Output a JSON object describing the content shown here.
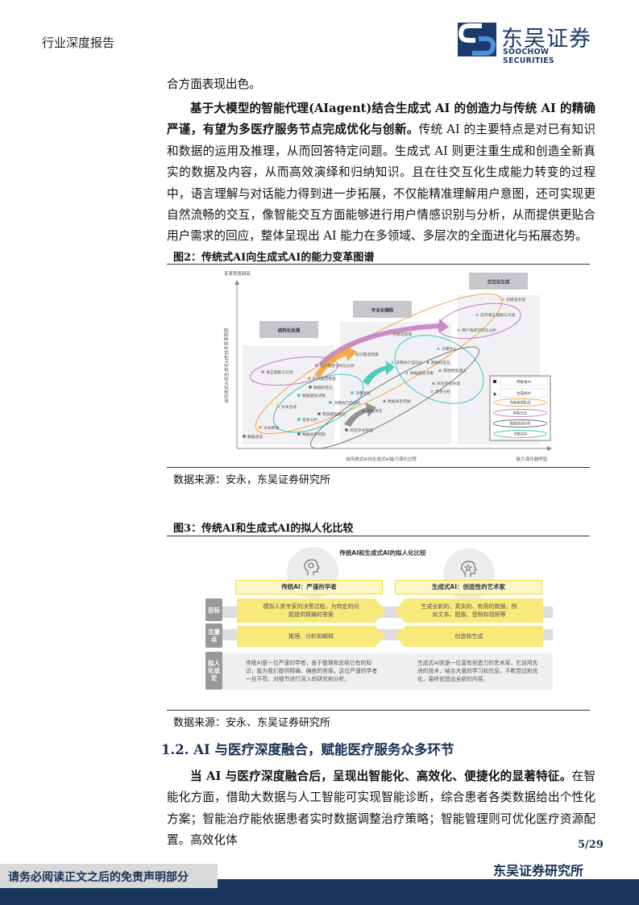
{
  "header": {
    "title": "行业深度报告",
    "logo_cn": "东吴证券",
    "logo_en": "SOOCHOW SECURITIES",
    "brand_color": "#1d3a6b"
  },
  "paragraphs": {
    "p0": "合方面表现出色。",
    "p1_bold": "基于大模型的智能代理(AIagent)结合生成式 AI 的创造力与传统 AI 的精确严谨，有望为多医疗服务节点完成优化与创新。",
    "p1_rest": "传统 AI 的主要特点是对已有知识和数据的运用及推理，从而回答特定问题。生成式 AI 则更注重生成和创造全新真实的数据及内容，从而高效演绎和归纳知识。且在往交互化生成能力转变的过程中，语言理解与对话能力得到进一步拓展，不仅能精准理解用户意图，还可实现更自然流畅的交互，像智能交互方面能够进行用户情感识别与分析，从而提供更贴合用户需求的回应，整体呈现出 AI 能力在多领域、多层次的全面进化与拓展态势。",
    "p2_bold": "当 AI 与医疗深度融合后，呈现出智能化、高效化、便捷化的显著特征。",
    "p2_rest": "在智能化方面，借助大数据与人工智能可实现智能诊断，综合患者各类数据给出个性化方案；智能治疗能依据患者实时数据调整治疗策略；智能管理则可优化医疗资源配置。高效化体"
  },
  "figure2": {
    "caption": "图2：传统式AI向生成式AI的能力变革图谱",
    "source": "数据来源：安永，东吴证券研究所",
    "y_top_label": "变革程度越高",
    "y_axis_label": "由传统式AI到生成式AI的技术变革程度",
    "x_axis_label": "由传统式AI向生成式AI能力演化过程",
    "x_right_label": "能力演化越明显",
    "stages": [
      "结构化处理",
      "专业化辅助",
      "交互化生成"
    ],
    "legend": {
      "traditional": "传统式AI",
      "generative": "生成式AI",
      "groups": [
        "内容梳理生成",
        "智能交互",
        "数据预测分析",
        "决策支持"
      ]
    },
    "group_colors": {
      "content": "#f5a23a",
      "interaction": "#c27bbf",
      "prediction": "#666666",
      "decision": "#3cc7b5"
    },
    "points": [
      {
        "label": "语言理解与对话",
        "kind": "traditional",
        "group": "interaction"
      },
      {
        "label": "用户情感识别与分析",
        "kind": "traditional",
        "group": "interaction"
      },
      {
        "label": "知识图谱构建",
        "kind": "traditional",
        "group": "content"
      },
      {
        "label": "数据标签化",
        "kind": "traditional",
        "group": "prediction"
      },
      {
        "label": "数据驱动决策",
        "kind": "traditional",
        "group": "decision"
      },
      {
        "label": "决策优化",
        "kind": "traditional",
        "group": "decision"
      },
      {
        "label": "决策执行自动化",
        "kind": "traditional",
        "group": "decision"
      },
      {
        "label": "文本合成",
        "kind": "traditional",
        "group": "content"
      },
      {
        "label": "预测模型建立",
        "kind": "traditional",
        "group": "prediction"
      },
      {
        "label": "竞争分析",
        "kind": "traditional",
        "group": "decision"
      },
      {
        "label": "文本梳理",
        "kind": "traditional",
        "group": "content"
      },
      {
        "label": "数据关系挖掘",
        "kind": "traditional",
        "group": "prediction"
      },
      {
        "label": "数据清洗",
        "kind": "traditional",
        "group": "prediction"
      },
      {
        "label": "风险评估管理",
        "kind": "traditional",
        "group": "prediction"
      },
      {
        "label": "知识图谱构建",
        "kind": "generative",
        "group": "content"
      },
      {
        "label": "多模态梳理",
        "kind": "generative",
        "group": "content"
      },
      {
        "label": "多模态合成",
        "kind": "generative",
        "group": "content"
      },
      {
        "label": "自然语言理解与对话",
        "kind": "generative",
        "group": "interaction"
      },
      {
        "label": "用户情感识别与分析",
        "kind": "generative",
        "group": "interaction"
      },
      {
        "label": "决策优化",
        "kind": "generative",
        "group": "decision"
      },
      {
        "label": "决策执行自动化",
        "kind": "generative",
        "group": "decision"
      },
      {
        "label": "数据标签化",
        "kind": "generative",
        "group": "prediction"
      },
      {
        "label": "预测模型建立",
        "kind": "generative",
        "group": "prediction"
      },
      {
        "label": "数据驱动决策",
        "kind": "generative",
        "group": "decision"
      },
      {
        "label": "风险评估管理",
        "kind": "generative",
        "group": "prediction"
      },
      {
        "label": "竞争分析",
        "kind": "generative",
        "group": "decision"
      },
      {
        "label": "数据关系挖掘",
        "kind": "generative",
        "group": "prediction"
      },
      {
        "label": "数据清洗",
        "kind": "generative",
        "group": "prediction"
      }
    ]
  },
  "figure3": {
    "caption": "图3：传统AI和生成式AI的拟人化比较",
    "source": "数据来源：安永、东吴证券研究所",
    "title": "传统AI和生成式AI的拟人化比较",
    "left_header": "传统AI：严谨的学者",
    "right_header": "生成式AI：创造性的艺术家",
    "rows": [
      {
        "label": "目标",
        "left": "模拟人类专家的决策过程，为特定的问题提供精确的答案",
        "right": "生成全新的、真实的、有用的数据，例如文本、图像、音频和视频等"
      },
      {
        "label": "注重点",
        "left": "推理、分析和解释",
        "right": "创造和生成"
      },
      {
        "label": "拟人化设定",
        "left": "传统AI是一位严谨的学者，善于整理和总结已有的知识，能为我们提供精确、确凿的答案。这位严谨的学者一丝不苟，对细节进行深入的研究和分析。",
        "right": "生成式AI则是一位富有创造力的艺术家。它运用先进的技术，结合大量的学习和信息，不断尝试和优化，最终创造出全新的内容。"
      }
    ],
    "accent": "#f9e87a"
  },
  "section": {
    "heading": "1.2.  AI 与医疗深度融合，赋能医疗服务众多环节"
  },
  "footer": {
    "page": "5/29",
    "institute": "东吴证券研究所",
    "disclaimer": "请务必阅读正文之后的免责声明部分"
  }
}
